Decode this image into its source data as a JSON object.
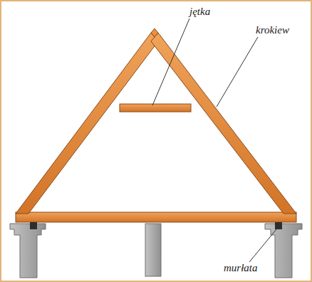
{
  "diagram": {
    "labels": [
      "jętka",
      "krokiew",
      "murłata"
    ]
  }
}
